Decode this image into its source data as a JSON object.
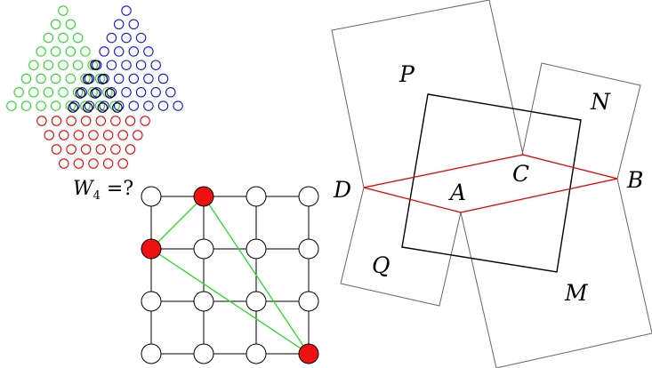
{
  "colors": {
    "green": "#22dd22",
    "blue": "#1111ee",
    "black": "#000000",
    "red": "#ee0000",
    "gray": "#666666",
    "node_fill_red": "#ee1111",
    "white": "#ffffff"
  },
  "triangle_puzzle": {
    "green_rows": [
      1,
      2,
      3,
      4,
      5,
      6,
      7,
      8
    ],
    "blue_rows": [
      1,
      2,
      3,
      4,
      5,
      6,
      7,
      8
    ],
    "black_rows": [
      1,
      2,
      3,
      4
    ],
    "red_rows": [
      8,
      7,
      6,
      5
    ],
    "question": {
      "var": "W",
      "sub": "4",
      "rest": " =?"
    }
  },
  "grid_graph": {
    "rows": 4,
    "cols": 4,
    "red_nodes": [
      [
        0,
        1
      ],
      [
        1,
        0
      ],
      [
        3,
        3
      ]
    ],
    "green_edges": [
      [
        [
          0,
          1
        ],
        [
          1,
          0
        ]
      ],
      [
        [
          0,
          1
        ],
        [
          3,
          3
        ]
      ],
      [
        [
          1,
          0
        ],
        [
          3,
          3
        ]
      ]
    ]
  },
  "geometry": {
    "labels": {
      "P": "P",
      "N": "N",
      "D": "D",
      "C": "C",
      "A": "A",
      "B": "B",
      "Q": "Q",
      "M": "M"
    }
  }
}
